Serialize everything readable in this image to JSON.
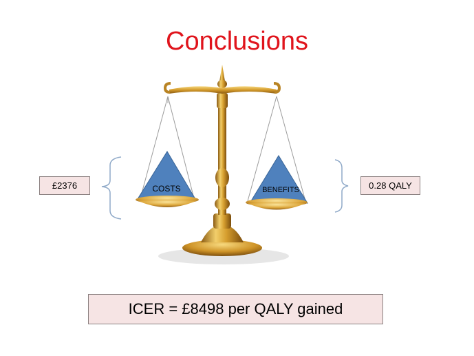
{
  "slide": {
    "title": "Conclusions",
    "costs_value": "£2376",
    "benefits_value": "0.28 QALY",
    "costs_label": "COSTS",
    "benefits_label": "BENEFITS",
    "icer_text": "ICER = £8498 per QALY gained"
  },
  "colors": {
    "title": "#e0141c",
    "box_fill": "#f6e4e4",
    "box_border": "#8a7f7f",
    "triangle_fill": "#4f81bd",
    "bracket": "#8fa9c8",
    "brass": "#d4a434"
  },
  "icons": {
    "scale": "balance-scale-icon"
  }
}
